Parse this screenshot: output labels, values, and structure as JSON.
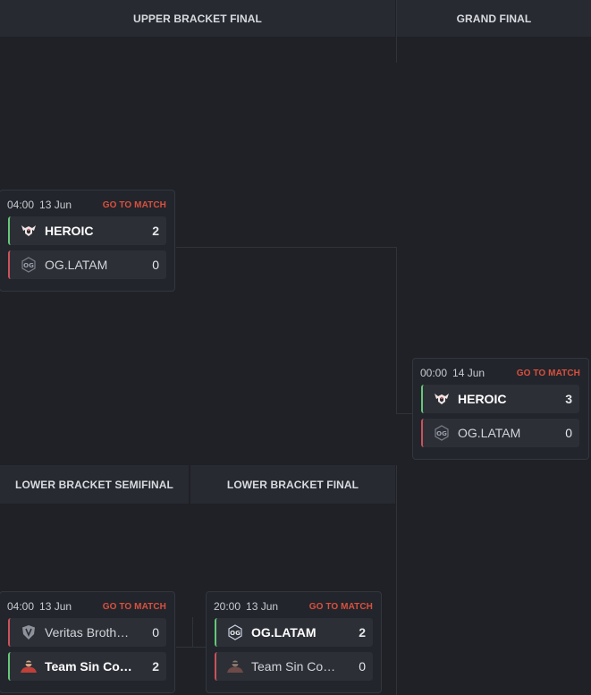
{
  "headers": {
    "upper_bracket_final": "UPPER BRACKET FINAL",
    "grand_final": "GRAND FINAL",
    "lower_bracket_semifinal": "LOWER BRACKET SEMIFINAL",
    "lower_bracket_final": "LOWER BRACKET FINAL"
  },
  "go_to_match_label": "GO TO MATCH",
  "matches": {
    "upper_final": {
      "time": "04:00",
      "date": "13 Jun",
      "team1": {
        "name": "HEROIC",
        "score": "2",
        "result": "win",
        "logo": "heroic-logo"
      },
      "team2": {
        "name": "OG.LATAM",
        "score": "0",
        "result": "loss",
        "logo": "og-logo"
      }
    },
    "grand_final": {
      "time": "00:00",
      "date": "14 Jun",
      "team1": {
        "name": "HEROIC",
        "score": "3",
        "result": "win",
        "logo": "heroic-logo"
      },
      "team2": {
        "name": "OG.LATAM",
        "score": "0",
        "result": "loss",
        "logo": "og-logo"
      }
    },
    "lower_semifinal": {
      "time": "04:00",
      "date": "13 Jun",
      "team1": {
        "name": "Veritas Brotherhood",
        "score": "0",
        "result": "loss",
        "logo": "veritas-shield-logo"
      },
      "team2": {
        "name": "Team Sin Control",
        "score": "2",
        "result": "win",
        "logo": "team-sin-logo"
      }
    },
    "lower_final": {
      "time": "20:00",
      "date": "13 Jun",
      "team1": {
        "name": "OG.LATAM",
        "score": "2",
        "result": "win",
        "logo": "og-logo"
      },
      "team2": {
        "name": "Team Sin Control",
        "score": "0",
        "result": "loss",
        "logo": "team-sin-logo"
      }
    }
  },
  "colors": {
    "win": "#66c77a",
    "loss": "#c9525a",
    "go_to_match": "#d9503f",
    "heroic": "#e8e8e8"
  }
}
